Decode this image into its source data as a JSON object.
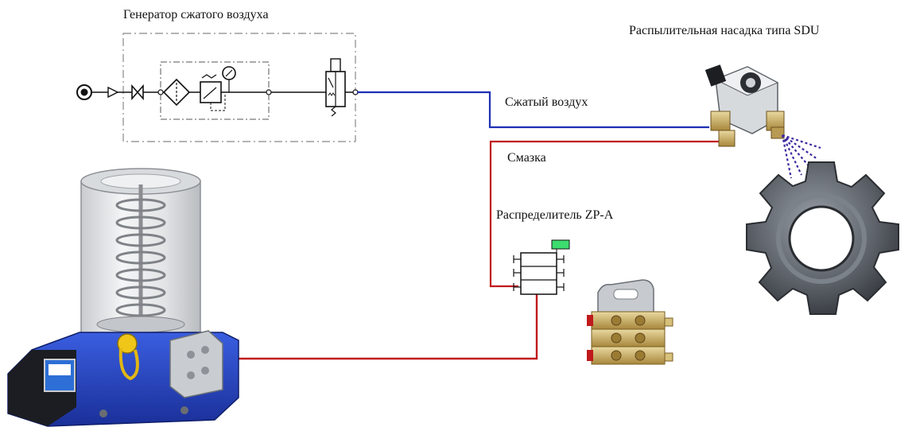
{
  "labels": {
    "air_generator": "Генератор сжатого воздуха",
    "nozzle": "Распылительная насадка типа SDU",
    "compressed_air": "Сжатый воздух",
    "lubricant": "Смазка",
    "distributor": "Распределитель ZP-A"
  },
  "colors": {
    "air_line": "#1e2fb3",
    "lube_line": "#c0191c",
    "pump_body": "#1f3fc2",
    "gear": "#5a5f66",
    "distributor_indicator": "#3ddc6e",
    "spray": "#3b2aa0"
  }
}
